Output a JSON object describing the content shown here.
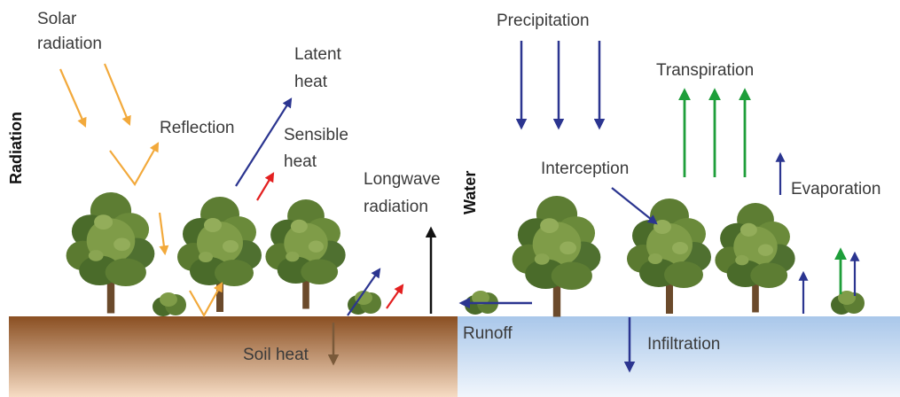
{
  "labels": {
    "solar_radiation_1": "Solar",
    "solar_radiation_2": "radiation",
    "reflection": "Reflection",
    "latent_heat_1": "Latent",
    "latent_heat_2": "heat",
    "sensible_heat_1": "Sensible",
    "sensible_heat_2": "heat",
    "longwave_1": "Longwave",
    "longwave_2": "radiation",
    "soil_heat": "Soil heat",
    "radiation_side": "Radiation",
    "water_side": "Water",
    "precipitation": "Precipitation",
    "transpiration": "Transpiration",
    "interception": "Interception",
    "evaporation": "Evaporation",
    "runoff": "Runoff",
    "infiltration": "Infiltration"
  },
  "colors": {
    "solar": "#f2a93b",
    "latent": "#2b3590",
    "sensible": "#e32020",
    "longwave": "#111111",
    "soil_arrow": "#7a5a3a",
    "water_arrow": "#2b3590",
    "transpiration": "#1e9e3a",
    "soil_top": "#8a4f22",
    "soil_bottom": "#f2d3b6",
    "water_top": "#a9c7ea",
    "water_bottom": "#eef4fb",
    "foliage_dark": "#4a6b2a",
    "foliage_light": "#7f9c48",
    "trunk": "#6b4a2b"
  }
}
